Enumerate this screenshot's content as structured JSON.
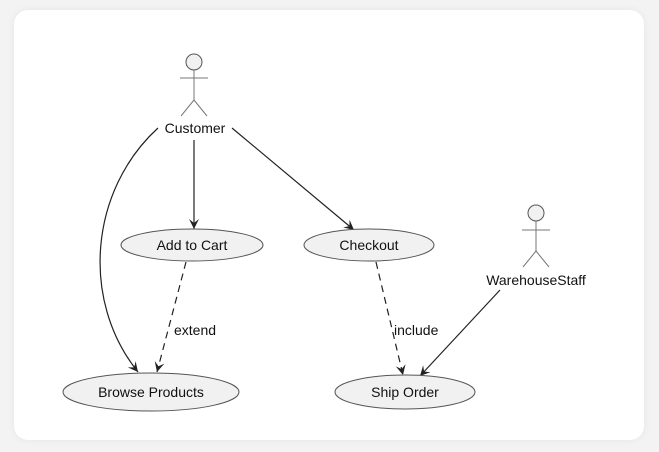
{
  "diagram": {
    "type": "use-case",
    "actors": [
      {
        "id": "customer",
        "name": "Customer"
      },
      {
        "id": "warehouse",
        "name": "WarehouseStaff"
      }
    ],
    "use_cases": [
      {
        "id": "add_to_cart",
        "label": "Add to Cart"
      },
      {
        "id": "checkout",
        "label": "Checkout"
      },
      {
        "id": "browse",
        "label": "Browse Products"
      },
      {
        "id": "ship",
        "label": "Ship Order"
      }
    ],
    "relations": [
      {
        "from": "Customer",
        "to": "Browse Products",
        "style": "solid",
        "label": ""
      },
      {
        "from": "Customer",
        "to": "Add to Cart",
        "style": "solid",
        "label": ""
      },
      {
        "from": "Customer",
        "to": "Checkout",
        "style": "solid",
        "label": ""
      },
      {
        "from": "Add to Cart",
        "to": "Browse Products",
        "style": "dashed",
        "label": "extend"
      },
      {
        "from": "Checkout",
        "to": "Ship Order",
        "style": "dashed",
        "label": "include"
      },
      {
        "from": "WarehouseStaff",
        "to": "Ship Order",
        "style": "solid",
        "label": ""
      }
    ],
    "colors": {
      "usecase_fill": "#f1f1f1",
      "stroke": "#555555",
      "edge": "#222222"
    }
  }
}
